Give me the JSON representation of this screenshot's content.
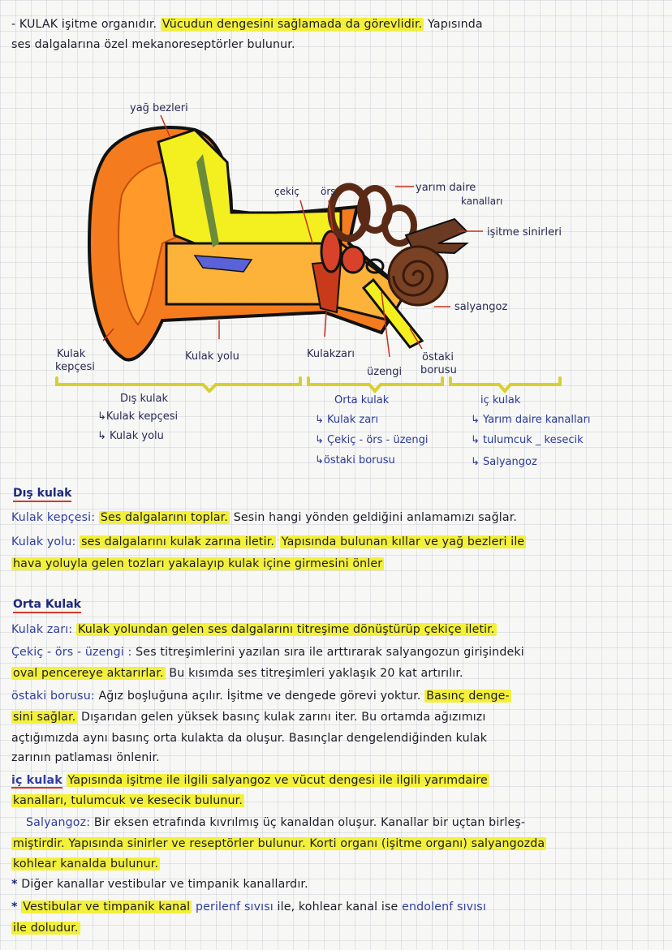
{
  "intro": {
    "l1a": "- KULAK işitme organıdır.",
    "l1b": "Vücudun dengesini sağlamada da görevlidir.",
    "l1c": "Yapısında",
    "l2": "ses dalgalarına özel mekanoreseptörler bulunur."
  },
  "diagram": {
    "yag_bezleri": "yağ bezleri",
    "cekic": "çekiç",
    "ors": "örs",
    "yarim_daire": "yarım daire",
    "kanallari": "kanalları",
    "isitme_sinirleri": "işitme sinirleri",
    "salyangoz": "salyangoz",
    "kulak_kepcesi_1": "Kulak",
    "kulak_kepcesi_2": "kepçesi",
    "kulak_yolu": "Kulak yolu",
    "kulak_zari": "Kulakzarı",
    "uzengi": "üzengi",
    "ostaki_1": "östaki",
    "ostaki_2": "borusu"
  },
  "sections": {
    "dis": {
      "title": "Dış kulak",
      "items": [
        "↳Kulak kepçesi",
        "↳ Kulak yolu"
      ]
    },
    "orta": {
      "title": "Orta kulak",
      "items": [
        "↳ Kulak zarı",
        "↳ Çekiç - örs - üzengi",
        "↳östaki borusu"
      ]
    },
    "ic": {
      "title": "iç kulak",
      "items": [
        "↳ Yarım daire kanalları",
        "↳ tulumcuk _ kesecik",
        "↳ Salyangoz"
      ]
    }
  },
  "dis_kulak": {
    "heading": "Dış kulak",
    "l1_term": "Kulak kepçesi:",
    "l1_hl": "Ses dalgalarını toplar.",
    "l1_rest": "Sesin hangi yönden geldiğini anlamamızı sağlar.",
    "l2_term": "Kulak yolu:",
    "l2_hl": "ses dalgalarını kulak zarına iletir.",
    "l2_rest": "Yapısında bulunan kıllar ve yağ bezleri ile",
    "l3": "hava yoluyla gelen tozları yakalayıp kulak içine girmesini önler"
  },
  "orta_kulak": {
    "heading": "Orta Kulak",
    "l1_term": "Kulak zarı:",
    "l1_hl": "Kulak yolundan gelen ses dalgalarını titreşime dönüştürüp çekiçe iletir.",
    "l2_term": "Çekiç - örs - üzengi :",
    "l2_rest": "Ses titreşimlerini yazılan sıra ile arttırarak salyangozun girişindeki",
    "l3_hl": "oval pencereye aktarırlar.",
    "l3_rest": "Bu kısımda ses titreşimleri yaklaşık 20 kat artırılır.",
    "l4_term": "östaki borusu:",
    "l4_rest": "Ağız boşluğuna açılır. İşitme ve dengede görevi yoktur.",
    "l4_hl": "Basınç denge-",
    "l5_hl": "sini sağlar.",
    "l5_rest": "Dışarıdan gelen yüksek basınç kulak zarını iter. Bu ortamda ağızımızı",
    "l6": "açtığımızda aynı basınç orta kulakta da oluşur. Basınçlar dengelendiğinden kulak",
    "l7": "zarının patlaması önlenir."
  },
  "ic_kulak": {
    "heading": "iç kulak",
    "l1_hl": "Yapısında işitme ile ilgili salyangoz ve vücut dengesi ile ilgili yarımdaire",
    "l2_hl": "kanalları, tulumcuk ve kesecik bulunur.",
    "l3_term": "Salyangoz:",
    "l3_rest": "Bir eksen etrafında kıvrılmış üç kanaldan oluşur. Kanallar bir uçtan birleş-",
    "l4_hl": "miştirdir. Yapısında sinirler ve reseptörler bulunur. Korti organı (işitme organı) salyangozda",
    "l5_hl": "kohlear kanalda bulunur.",
    "l6": "Diğer kanallar vestibular ve timpanik kanallardır.",
    "l7a": "Vestibular ve timpanik kanal",
    "l7b": "perilenf sıvısı",
    "l7c": "ile, kohlear kanal ise",
    "l7d": "endolenf sıvısı",
    "l8": "ile doludur."
  }
}
